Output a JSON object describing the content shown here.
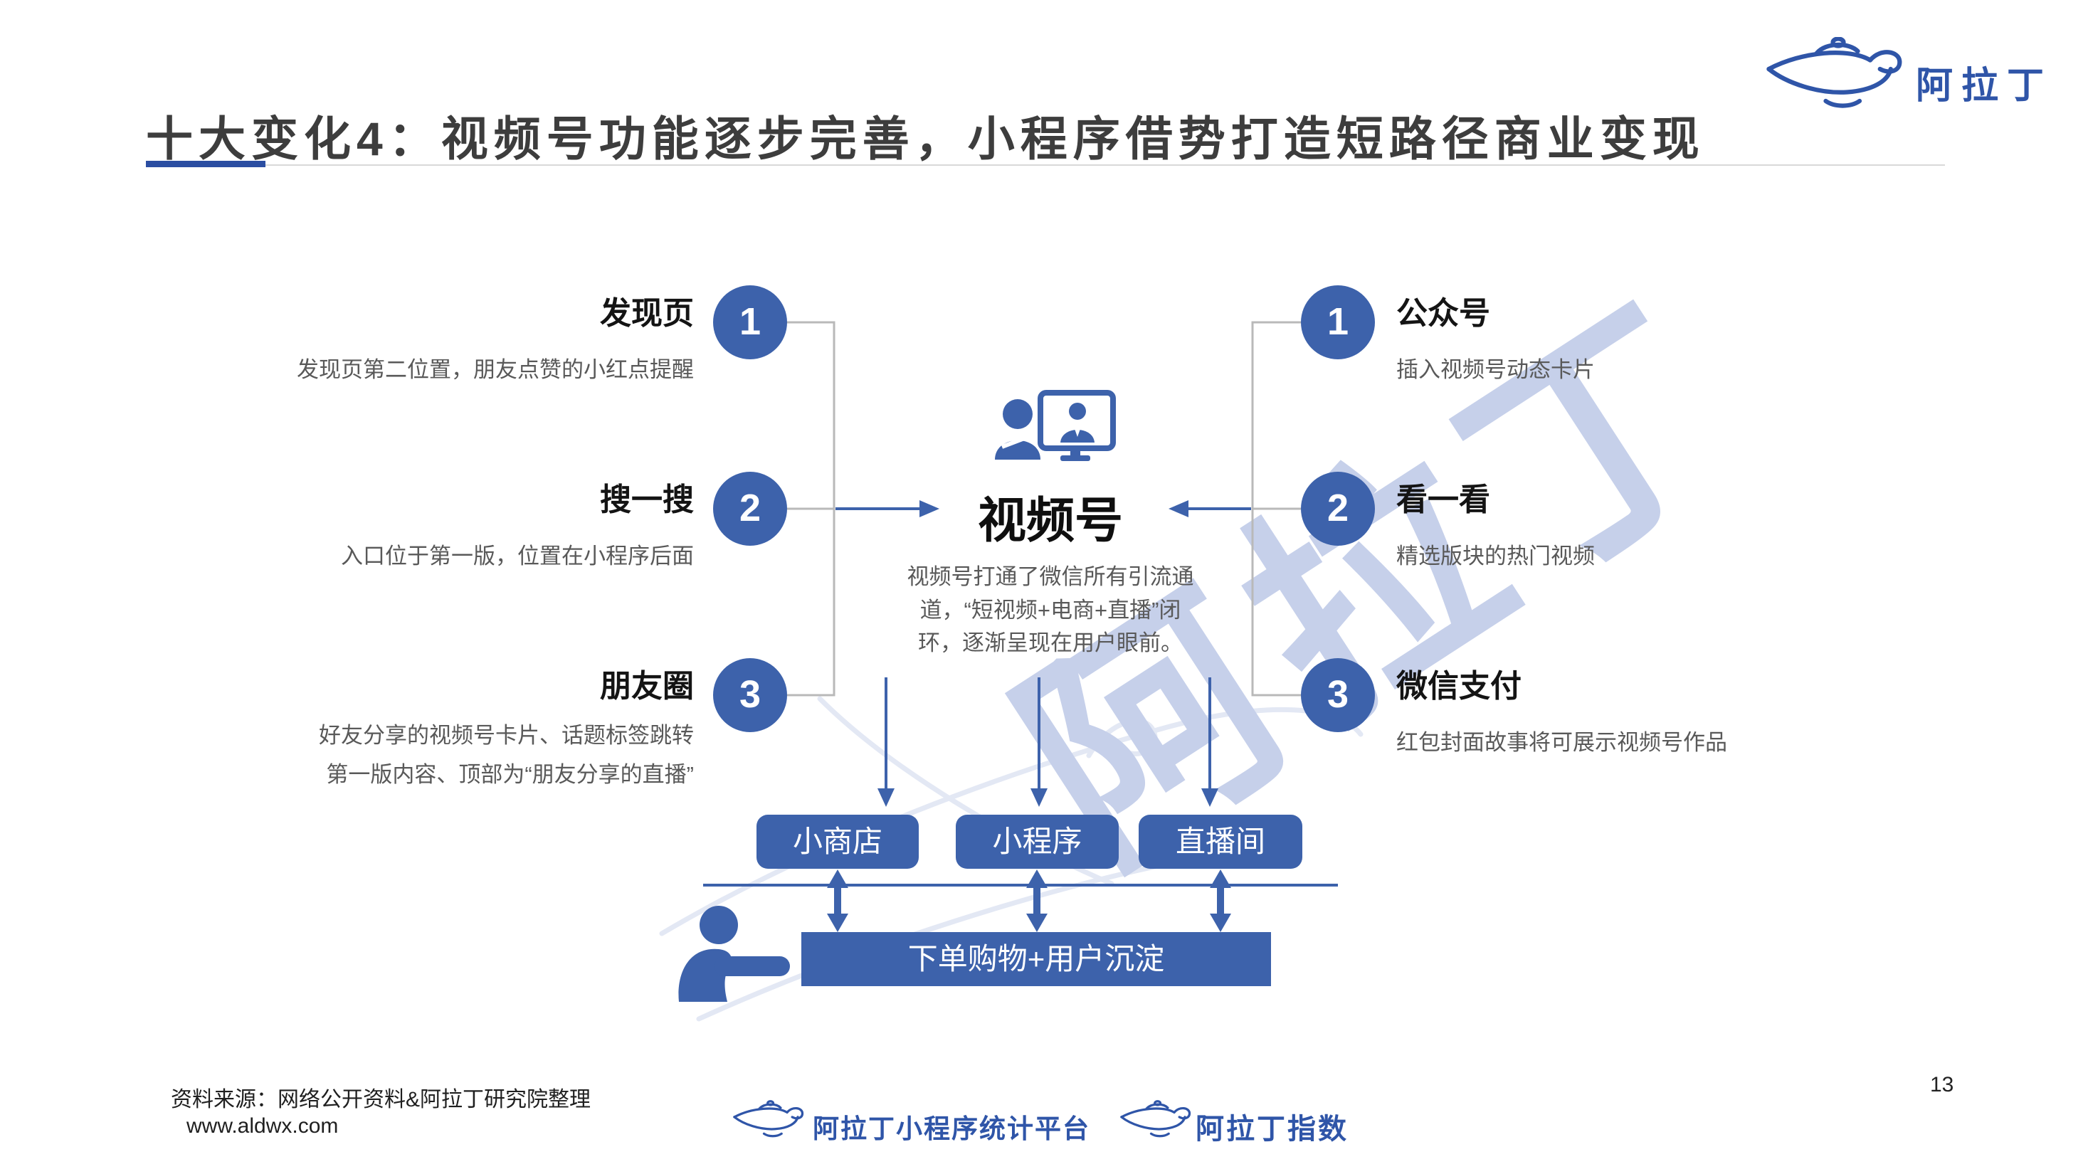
{
  "slide": {
    "title": "十大变化4：视频号功能逐步完善，小程序借势打造短路径商业变现",
    "page_number": "13"
  },
  "header_logo": {
    "text": "阿拉丁"
  },
  "left_items": [
    {
      "num": "1",
      "title": "发现页",
      "desc_lines": [
        "发现页第二位置，朋友点赞的小红点提醒"
      ]
    },
    {
      "num": "2",
      "title": "搜一搜",
      "desc_lines": [
        "入口位于第一版，位置在小程序后面"
      ]
    },
    {
      "num": "3",
      "title": "朋友圈",
      "desc_lines": [
        "好友分享的视频号卡片、话题标签跳转",
        "第一版内容、顶部为“朋友分享的直播”"
      ]
    }
  ],
  "right_items": [
    {
      "num": "1",
      "title": "公众号",
      "desc_lines": [
        "插入视频号动态卡片"
      ]
    },
    {
      "num": "2",
      "title": "看一看",
      "desc_lines": [
        "精选版块的热门视频"
      ]
    },
    {
      "num": "3",
      "title": "微信支付",
      "desc_lines": [
        "红包封面故事将可展示视频号作品"
      ]
    }
  ],
  "center": {
    "title": "视频号",
    "desc_lines": [
      "视频号打通了微信所有引流通",
      "道，“短视频+电商+直播”闭",
      "环，逐渐呈现在用户眼前。"
    ]
  },
  "flow": {
    "channels": [
      "小商店",
      "小程序",
      "直播间"
    ],
    "result": "下单购物+用户沉淀"
  },
  "watermark_text": "阿拉丁",
  "footer": {
    "source_line1": "资料来源：网络公开资料&阿拉丁研究院整理",
    "source_line2": "www.aldwx.com",
    "logo1_text": "阿拉丁小程序统计平台",
    "logo2_text": "阿拉丁指数"
  },
  "colors": {
    "primary_blue": "#3d62ab",
    "logo_blue": "#2f55a8",
    "watermark_blue": "#c6d0ea",
    "desc_gray": "#595959"
  }
}
